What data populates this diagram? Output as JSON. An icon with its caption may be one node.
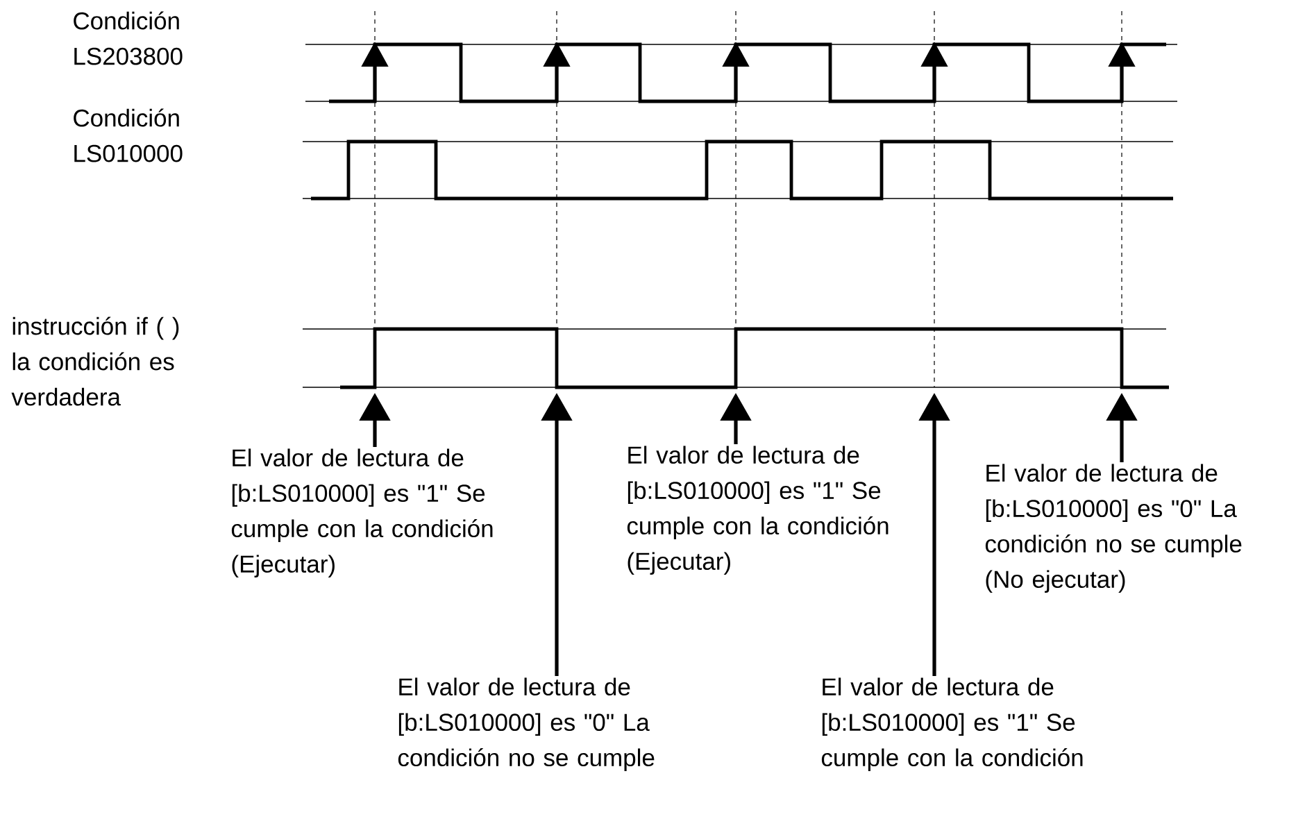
{
  "diagram": {
    "nodes": [
      {
        "text": [
          "El valor de lectura de [b:LS010000] es \"1\" Se cumple con la condición",
          "(Ejecutar)"
        ]
      },
      {
        "text": [
          "El valor de lectura de [b:LS010000] es \"0\" La condición no se cumple"
        ]
      },
      {
        "text": [
          "El valor de lectura de [b:LS010000] es \"1\" Se cumple con la condición",
          "(Ejecutar)"
        ]
      },
      {
        "text": [
          "El valor de lectura de [b:LS010000] es \"1\" Se cumple con la condición"
        ]
      },
      {
        "text": [
          "El valor de lectura de [b:LS010000] es \"0\" La condición no se cumple",
          "(No ejecutar)"
        ]
      }
    ],
    "edges": [
      {
        "from": 0,
        "to": null,
        "arrow": "to"
      },
      {
        "from": 1,
        "to": null,
        "arrow": "to"
      },
      {
        "from": 2,
        "to": null,
        "arrow": "to"
      },
      {
        "from": 3,
        "to": null,
        "arrow": "to"
      },
      {
        "from": 4,
        "to": null,
        "arrow": "to"
      }
    ],
    "labels": [
      "Condición LS203800",
      "Condición LS010000",
      "instrucción if ( ) la condición es verdadera"
    ]
  }
}
